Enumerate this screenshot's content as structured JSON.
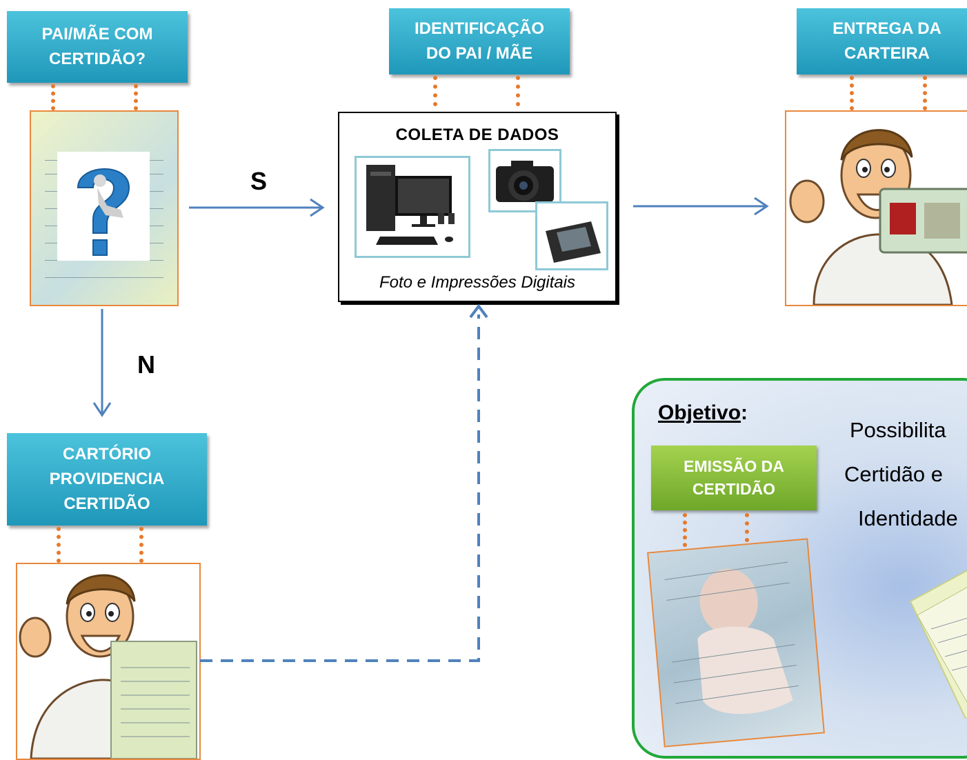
{
  "boxes": {
    "parent_cert": "PAI/MÃE COM CERTIDÃO?",
    "identification": "IDENTIFICAÇÃO DO PAI / MÃE",
    "delivery": "ENTREGA DA CARTEIRA",
    "registry": "CARTÓRIO PROVIDENCIA CERTIDÃO",
    "issuance": "EMISSÃO DA CERTIDÃO"
  },
  "collection": {
    "title": "COLETA DE DADOS",
    "caption": "Foto e Impressões Digitais"
  },
  "branches": {
    "yes": "S",
    "no": "N"
  },
  "objective": {
    "label": "Objetivo",
    "colon": ":",
    "lines": [
      "Possibilita",
      "Certidão e",
      "Identidade"
    ]
  },
  "colors": {
    "arrow": "#4f81bd",
    "dots": "#e8792a",
    "teal": "#2aa6c6",
    "green": "#7fb53a",
    "objective_border": "#22a83a"
  }
}
